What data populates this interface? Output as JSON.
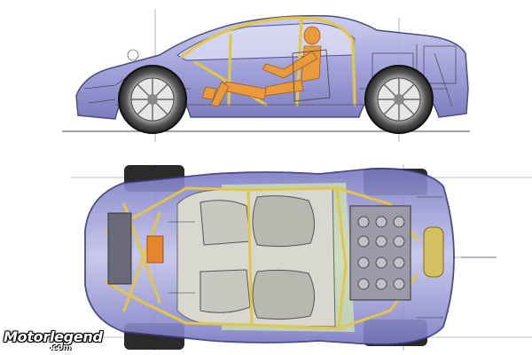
{
  "image": {
    "subject": "car-cutaway-side-and-top-views",
    "colors": {
      "body_tint": "#8f8fd0",
      "body_edge": "#3a3a7a",
      "rollcage": "#e2c64a",
      "dummy": "#e89a3c",
      "floor_green": "#cfe6b0",
      "tire": "#2a2a2a"
    }
  },
  "watermark": {
    "brand": "Motorlegend",
    "domain": ".com"
  }
}
